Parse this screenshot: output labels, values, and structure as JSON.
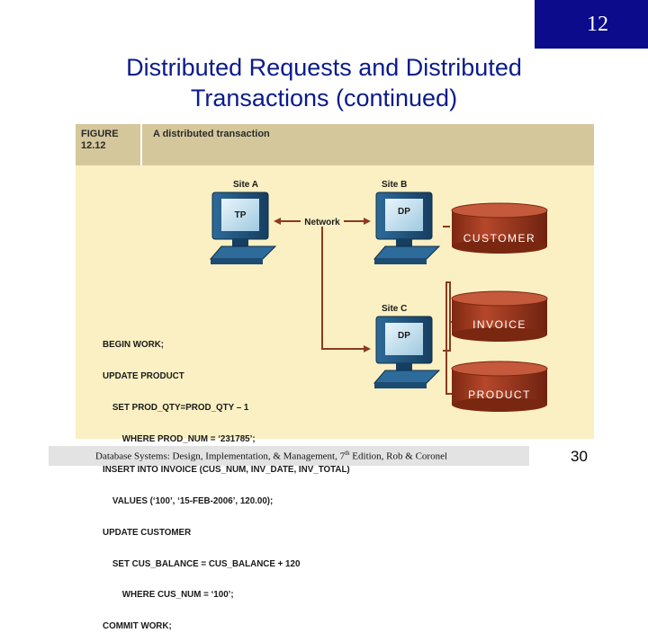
{
  "chapter": "12",
  "title": {
    "line1": "Distributed Requests and Distributed",
    "line2": "Transactions (continued)"
  },
  "figure": {
    "label_line1": "FIGURE",
    "label_line2": "12.12",
    "caption": "A distributed transaction",
    "site_a": "Site A",
    "site_b": "Site B",
    "site_c": "Site C",
    "tp": "TP",
    "dp_b": "DP",
    "dp_c": "DP",
    "network": "Network",
    "db_customer": "CUSTOMER",
    "db_invoice": "INVOICE",
    "db_product": "PRODUCT",
    "code": [
      "BEGIN WORK;",
      "UPDATE PRODUCT",
      "    SET PROD_QTY=PROD_QTY – 1",
      "        WHERE PROD_NUM = ‘231785’;",
      "INSERT INTO INVOICE (CUS_NUM, INV_DATE, INV_TOTAL)",
      "    VALUES (‘100’, ‘15-FEB-2006’, 120.00);",
      "UPDATE CUSTOMER",
      "    SET CUS_BALANCE = CUS_BALANCE + 120",
      "        WHERE CUS_NUM = ‘100’;",
      "COMMIT WORK;"
    ]
  },
  "footer": {
    "text_pre": "Database Systems: Design, Implementation, & Management, 7",
    "text_sup": "th",
    "text_post": " Edition, Rob & Coronel"
  },
  "page_number": "30",
  "colors": {
    "badge": "#0b0b8c",
    "title": "#0b1b8c",
    "figure_bg": "#fbf0c3",
    "figure_header": "#d5c79c",
    "arrow": "#8b3a1f",
    "db_cylinder": "#a23a20"
  }
}
